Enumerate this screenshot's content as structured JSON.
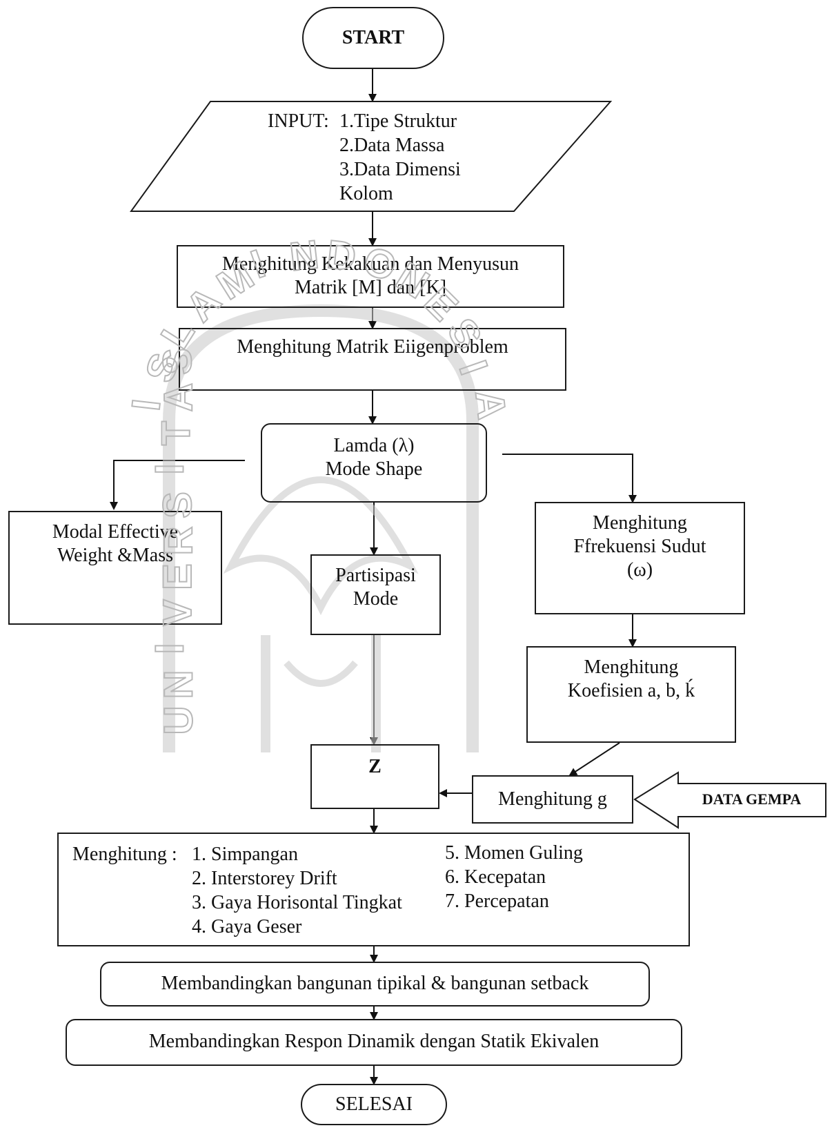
{
  "start": "START",
  "input": {
    "label": "INPUT:",
    "items": [
      "1.Tipe Struktur",
      "2.Data Massa",
      "3.Data Dimensi",
      "Kolom"
    ]
  },
  "stiffness": [
    "Menghitung Kekakuan dan Menyusun",
    "Matrik [M] dan [K]"
  ],
  "eigen": "Menghitung Matrik Eiigenproblem",
  "lamda": [
    "Lamda (λ)",
    "Mode Shape"
  ],
  "modal": [
    "Modal Effective",
    "Weight &Mass"
  ],
  "participation": [
    "Partisipasi",
    "Mode"
  ],
  "frequency": [
    "Menghitung",
    "Ffrekuensi Sudut",
    "(ω)"
  ],
  "coef": [
    "Menghitung",
    "Koefisien a, b, ḱ"
  ],
  "z": "Z",
  "g": "Menghitung g",
  "gempa": "DATA GEMPA",
  "results": {
    "label": "Menghitung :",
    "left": [
      "1. Simpangan",
      "2. Interstorey Drift",
      "3. Gaya Horisontal Tingkat",
      "4. Gaya Geser"
    ],
    "right": [
      "5. Momen Guling",
      "6. Kecepatan",
      "7. Percepatan"
    ]
  },
  "compare1": "Membandingkan bangunan tipikal & bangunan setback",
  "compare2": "Membandingkan Respon Dinamik dengan Statik Ekivalen",
  "end": "SELESAI",
  "watermark": {
    "arc": [
      "I",
      "S",
      "L",
      "A",
      "M",
      "I",
      "N",
      "D",
      "O",
      "N",
      "E",
      "S",
      "I",
      "A"
    ],
    "left": [
      "U",
      "N",
      "I",
      "V",
      "E",
      "R",
      "S",
      "I",
      "T",
      "A",
      "S"
    ]
  }
}
